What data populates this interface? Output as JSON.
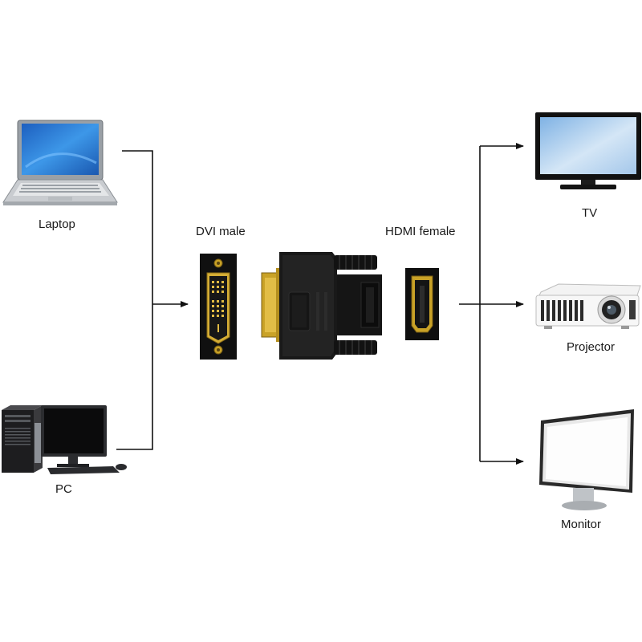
{
  "labels": {
    "laptop": "Laptop",
    "pc": "PC",
    "dvi_male": "DVI male",
    "hdmi_female": "HDMI female",
    "tv": "TV",
    "projector": "Projector",
    "monitor": "Monitor"
  },
  "colors": {
    "connector_line": "#111111",
    "gold": "#c9a227",
    "adapter_black": "#151515",
    "screen_blue": "#2f7fd6"
  },
  "icons": {
    "source_1": "laptop-icon",
    "source_2": "desktop-pc-icon",
    "adapter_dvi": "dvi-male-connector-icon",
    "adapter_body": "dvi-hdmi-adapter-icon",
    "adapter_hdmi": "hdmi-female-connector-icon",
    "output_1": "tv-icon",
    "output_2": "projector-icon",
    "output_3": "monitor-icon"
  }
}
